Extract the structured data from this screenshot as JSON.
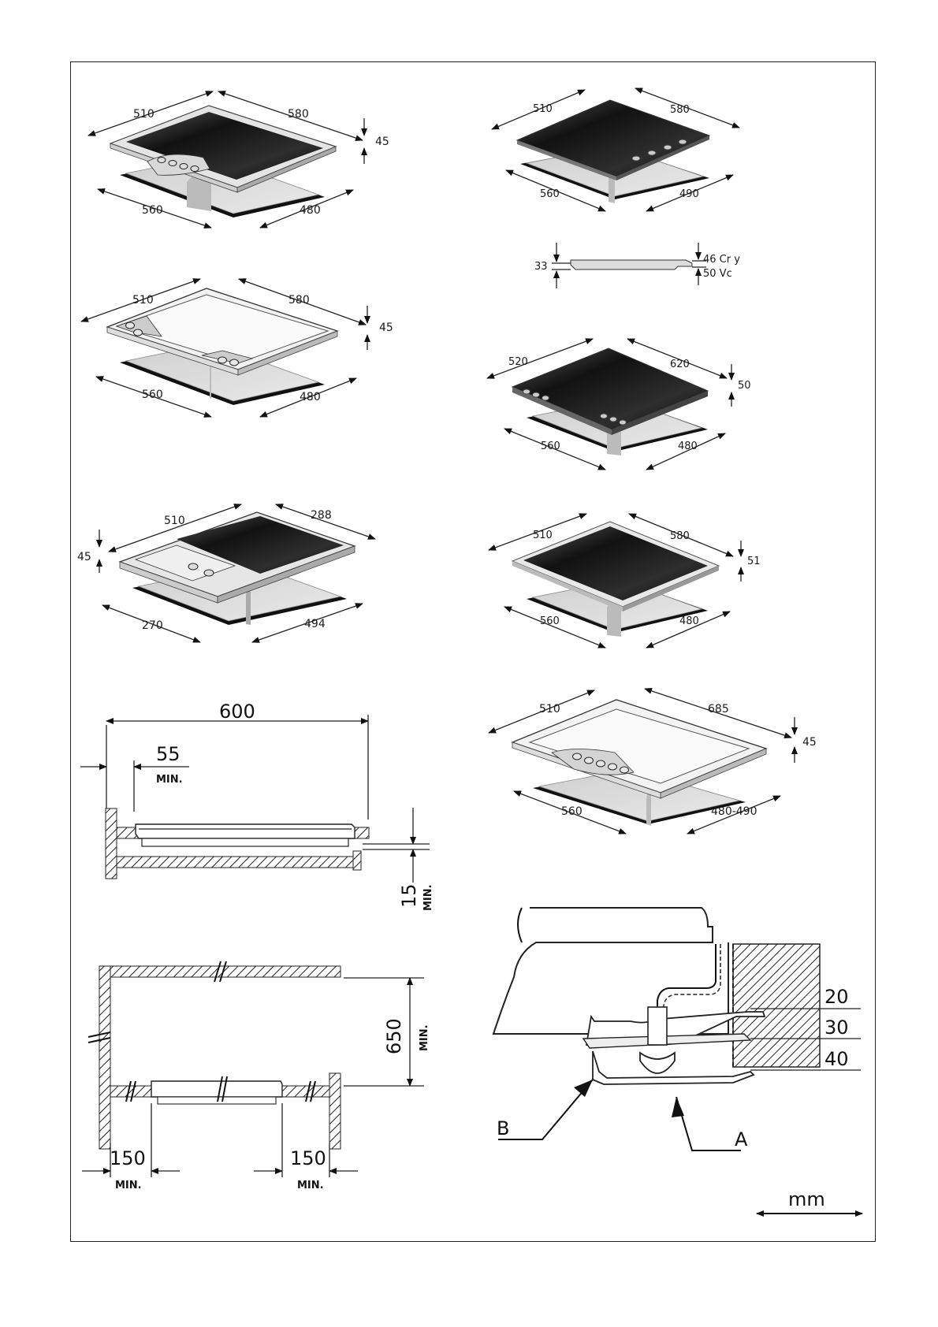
{
  "hob1": {
    "w": "510",
    "d": "580",
    "h": "45",
    "cw": "560",
    "cd": "480"
  },
  "hob2": {
    "w": "510",
    "d": "580",
    "h": "45",
    "cw": "560",
    "cd": "480"
  },
  "hob3": {
    "w": "510",
    "d": "288",
    "h": "45",
    "cw": "270",
    "cd": "494"
  },
  "hob4": {
    "w": "510",
    "d": "580",
    "cw": "560",
    "cd": "490"
  },
  "profile": {
    "h": "33",
    "h_top": "46 Cr y",
    "h_bot": "50 Vc"
  },
  "hob5": {
    "w": "520",
    "d": "620",
    "h": "50",
    "cw": "560",
    "cd": "480"
  },
  "hob6": {
    "w": "510",
    "d": "580",
    "h": "51",
    "cw": "560",
    "cd": "480"
  },
  "hob7": {
    "w": "510",
    "d": "685",
    "h": "45",
    "cw": "560",
    "cd": "480-490"
  },
  "section1": {
    "width": "600",
    "side_gap": "55",
    "min1": "MIN.",
    "gap": "15",
    "min2": "MIN."
  },
  "section2": {
    "height": "650",
    "min_h": "MIN.",
    "left": "150",
    "min_l": "MIN.",
    "right": "150",
    "min_r": "MIN."
  },
  "clamp": {
    "t1": "20",
    "t2": "30",
    "t3": "40",
    "label_b": "B",
    "label_a": "A"
  },
  "units": {
    "label": "mm"
  }
}
